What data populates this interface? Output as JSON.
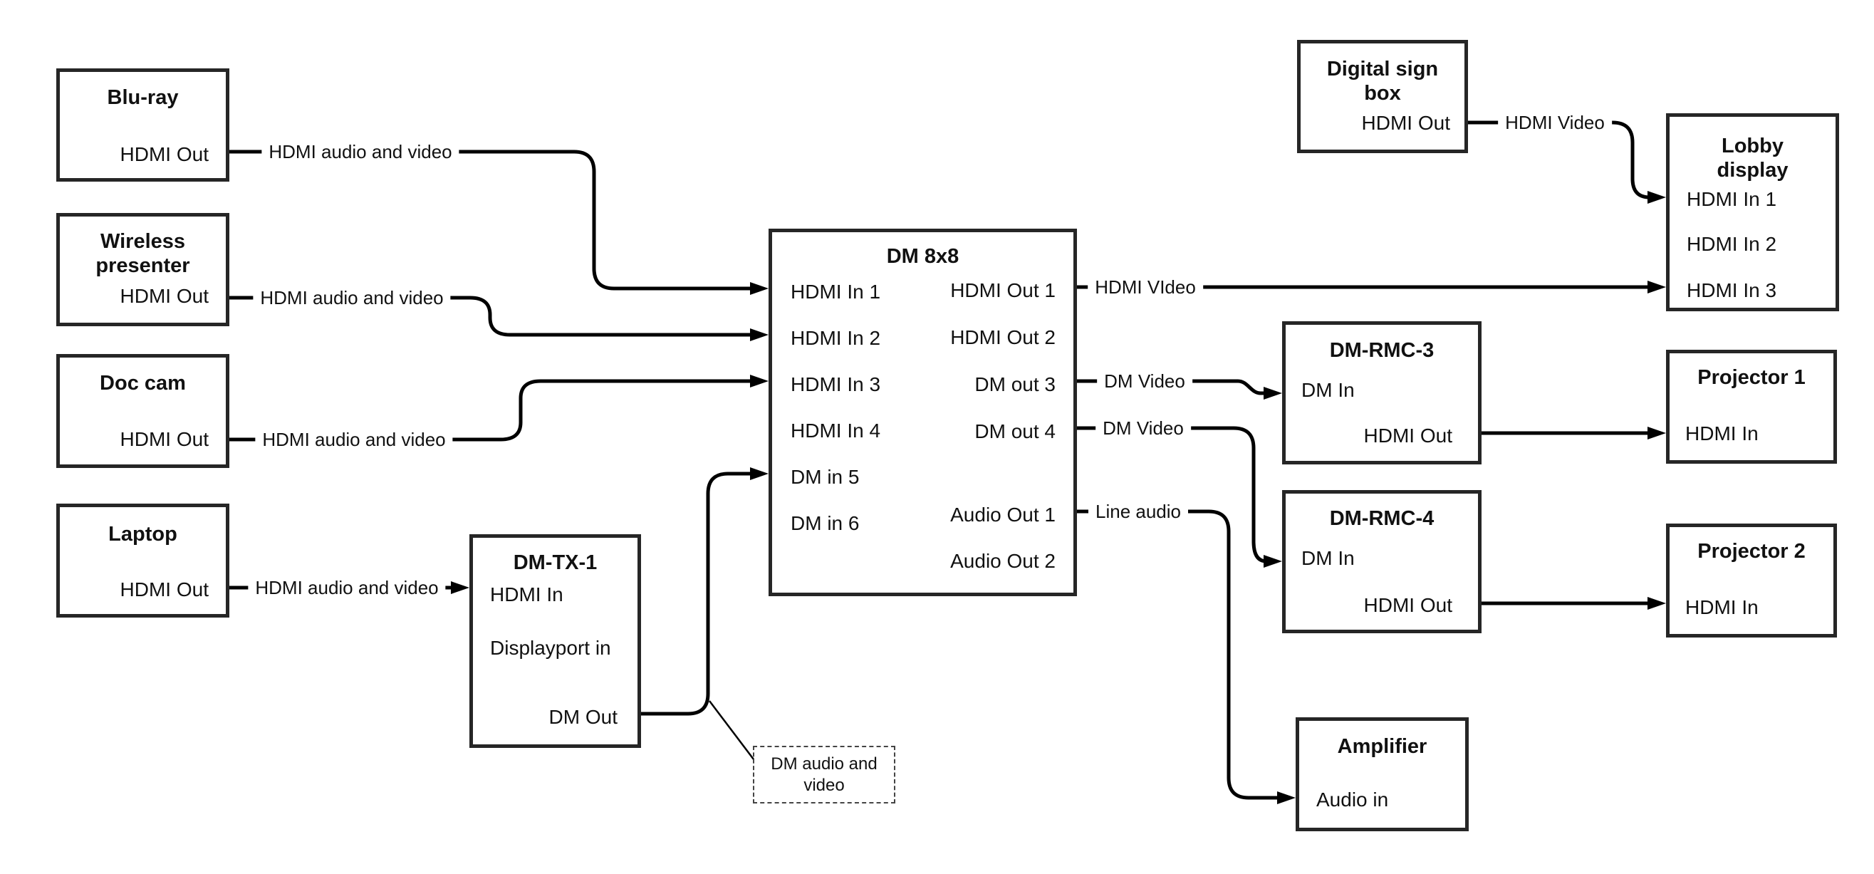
{
  "canvas": {
    "background": "#ffffff",
    "line_color": "#000000",
    "box_border_color": "#262626"
  },
  "nodes": {
    "bluray": {
      "title": "Blu-ray",
      "ports": {
        "hdmi_out": "HDMI Out"
      }
    },
    "wireless": {
      "title_line1": "Wireless",
      "title_line2": "presenter",
      "ports": {
        "hdmi_out": "HDMI Out"
      }
    },
    "doccam": {
      "title": "Doc cam",
      "ports": {
        "hdmi_out": "HDMI Out"
      }
    },
    "laptop": {
      "title": "Laptop",
      "ports": {
        "hdmi_out": "HDMI Out"
      }
    },
    "dmtx1": {
      "title": "DM-TX-1",
      "ports": {
        "hdmi_in": "HDMI In",
        "displayport_in": "Displayport in",
        "dm_out": "DM Out"
      }
    },
    "dm8x8": {
      "title": "DM 8x8",
      "ports": {
        "hdmi_in1": "HDMI In 1",
        "hdmi_in2": "HDMI In 2",
        "hdmi_in3": "HDMI In 3",
        "hdmi_in4": "HDMI In 4",
        "dm_in5": "DM in 5",
        "dm_in6": "DM in 6",
        "hdmi_out1": "HDMI Out 1",
        "hdmi_out2": "HDMI Out 2",
        "dm_out3": "DM out 3",
        "dm_out4": "DM out 4",
        "audio_out1": "Audio Out 1",
        "audio_out2": "Audio Out 2"
      }
    },
    "digital_sign": {
      "title_line1": "Digital sign",
      "title_line2": "box",
      "ports": {
        "hdmi_out": "HDMI Out"
      }
    },
    "lobby": {
      "title_line1": "Lobby",
      "title_line2": "display",
      "ports": {
        "hdmi_in1": "HDMI In 1",
        "hdmi_in2": "HDMI In 2",
        "hdmi_in3": "HDMI In 3"
      }
    },
    "rmc3": {
      "title": "DM-RMC-3",
      "ports": {
        "dm_in": "DM In",
        "hdmi_out": "HDMI Out"
      }
    },
    "proj1": {
      "title": "Projector 1",
      "ports": {
        "hdmi_in": "HDMI In"
      }
    },
    "rmc4": {
      "title": "DM-RMC-4",
      "ports": {
        "dm_in": "DM In",
        "hdmi_out": "HDMI Out"
      }
    },
    "proj2": {
      "title": "Projector 2",
      "ports": {
        "hdmi_in": "HDMI In"
      }
    },
    "amplifier": {
      "title": "Amplifier",
      "ports": {
        "audio_in": "Audio in"
      }
    }
  },
  "wire_labels": {
    "bluray_to_dm8x8": "HDMI audio and video",
    "wireless_to_dm8x8": "HDMI audio and video",
    "doccam_to_dm8x8": "HDMI audio and video",
    "laptop_to_dmtx1": "HDMI audio and video",
    "dm8x8_to_lobby": "HDMI VIdeo",
    "dm8x8_to_rmc3": "DM Video",
    "dm8x8_to_rmc4": "DM Video",
    "dm8x8_to_amplifier": "Line audio",
    "digital_sign_to_lobby": "HDMI Video"
  },
  "note": {
    "text": "DM audio and video"
  }
}
